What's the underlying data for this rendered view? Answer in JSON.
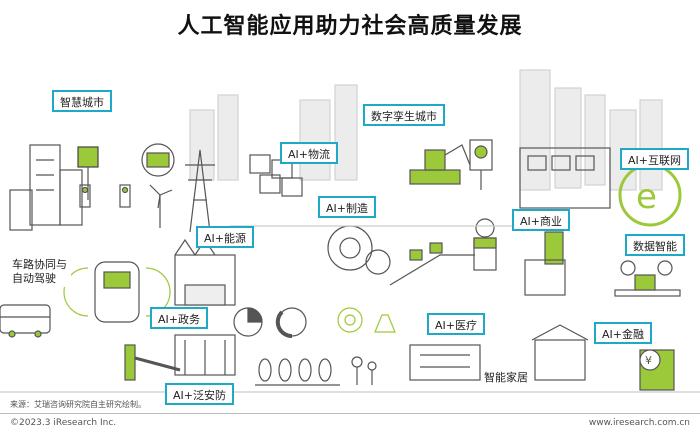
{
  "title": "人工智能应用助力社会高质量发展",
  "labels": {
    "smart_city": "智慧城市",
    "digital_twin_city": "数字孪生城市",
    "ai_logistics": "AI+物流",
    "ai_internet": "AI+互联网",
    "ai_manufacturing": "AI+制造",
    "ai_commerce": "AI+商业",
    "ai_energy": "AI+能源",
    "data_intelligence": "数据智能",
    "vehicle_road_autonomous": "车路协同与\n自动驾驶",
    "ai_government": "AI+政务",
    "ai_medical": "AI+医疗",
    "ai_finance": "AI+金融",
    "smart_home": "智能家居",
    "ai_security": "AI+泛安防"
  },
  "footer": {
    "source": "来源：艾瑞咨询研究院自主研究绘制。",
    "copyright": "©2023.3 iResearch Inc.",
    "website": "www.iresearch.com.cn"
  },
  "colors": {
    "accent_green": "#9cc93a",
    "label_border": "#1fa9c9",
    "line_gray": "#555555"
  }
}
